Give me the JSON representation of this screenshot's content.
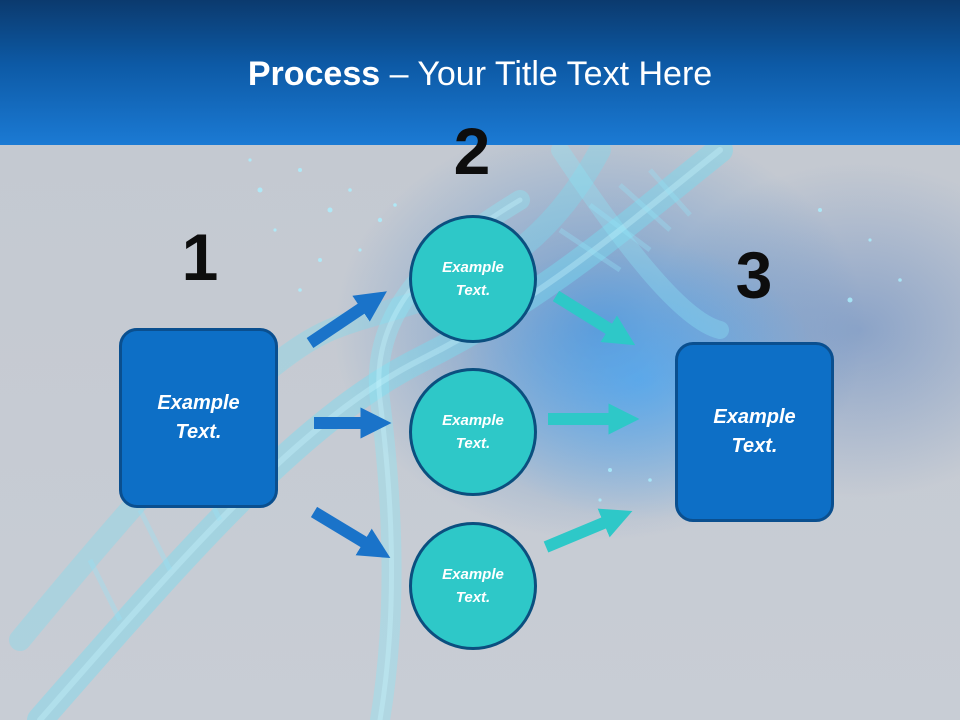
{
  "title": {
    "bold": "Process",
    "rest": " – Your Title Text Here"
  },
  "steps": [
    {
      "number": "1",
      "box": {
        "line1": "Example",
        "line2": "Text."
      }
    },
    {
      "number": "2",
      "circles": [
        {
          "line1": "Example",
          "line2": "Text."
        },
        {
          "line1": "Example",
          "line2": "Text."
        },
        {
          "line1": "Example",
          "line2": "Text."
        }
      ]
    },
    {
      "number": "3",
      "box": {
        "line1": "Example",
        "line2": "Text."
      }
    }
  ],
  "colors": {
    "header": "#0d5aa6",
    "box_fill": "#0d6fc6",
    "circle_fill": "#2ec8c8",
    "arrow_blue": "#1a73c9",
    "arrow_cyan": "#2ec8c8"
  }
}
